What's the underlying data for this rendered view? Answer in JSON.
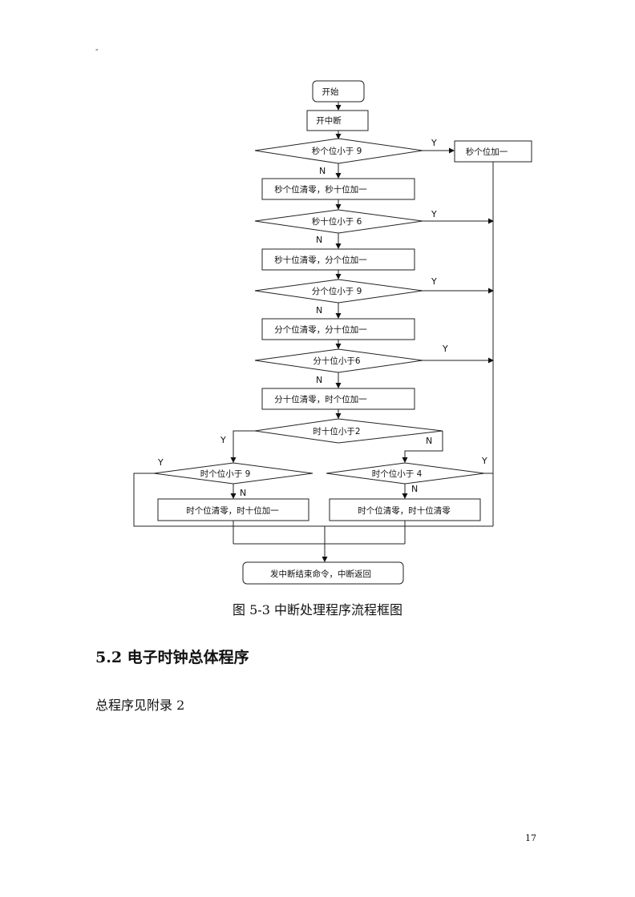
{
  "header_mark": "-",
  "flowchart": {
    "start": "开始",
    "enable_interrupt": "开中断",
    "d1": "秒个位小于 9",
    "a1": "秒个位加一",
    "p1": "秒个位清零，秒十位加一",
    "d2": "秒十位小于 6",
    "p2": "秒十位清零，分个位加一",
    "d3": "分个位小于 9",
    "p3": "分个位清零，分十位加一",
    "d4": "分十位小于6",
    "p4": "分十位清零，时个位加一",
    "d5": "时十位小于2",
    "d6": "时个位小于 9",
    "d7": "时个位小于 4",
    "p6": "时个位清零，时十位加一",
    "p7": "时个位清零，时十位清零",
    "end": "发中断结束命令，中断返回",
    "yes": "Y",
    "no": "N"
  },
  "caption": "图 5-3 中断处理程序流程框图",
  "section_heading": "5.2 电子时钟总体程序",
  "body_text": "总程序见附录 2",
  "page_number": "17"
}
